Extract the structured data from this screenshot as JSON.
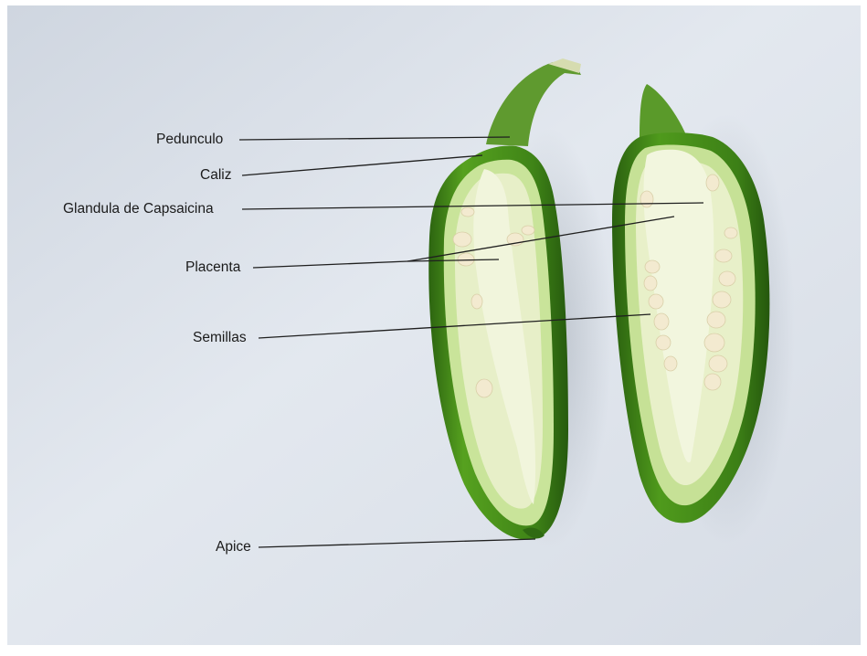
{
  "labels": {
    "pedunculo": "Pedunculo",
    "caliz": "Caliz",
    "glandula": "Glandula de Capsaicina",
    "placenta": "Placenta",
    "semillas": "Semillas",
    "apice": "Apice"
  },
  "colors": {
    "background": "#dfe4eb",
    "skin_dark": "#2f6a12",
    "skin_mid": "#4f9a1c",
    "flesh": "#cfe6a8",
    "placenta": "#eef3d6",
    "seed": "#f3ead0",
    "line": "#1f1f1f"
  },
  "icons": {
    "left_pepper": "jalapeno-half-left",
    "right_pepper": "jalapeno-half-right"
  }
}
